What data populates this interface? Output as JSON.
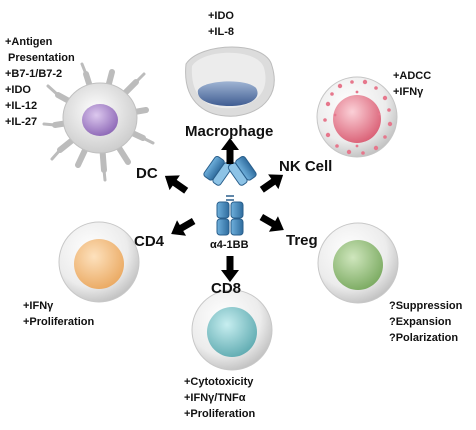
{
  "center": {
    "label": "α4-1BB"
  },
  "cells": [
    {
      "key": "dc",
      "name": "DC",
      "effects": [
        "+Antigen",
        " Presentation",
        "+B7-1/B7-2",
        "+IDO",
        "+IL-12",
        "+IL-27"
      ]
    },
    {
      "key": "macrophage",
      "name": "Macrophage",
      "effects": [
        "+IDO",
        "+IL-8"
      ]
    },
    {
      "key": "nk",
      "name": "NK Cell",
      "effects": [
        "+ADCC",
        "+IFNγ"
      ]
    },
    {
      "key": "cd4",
      "name": "CD4",
      "effects": [
        "+IFNγ",
        "+Proliferation"
      ]
    },
    {
      "key": "treg",
      "name": "Treg",
      "effects": [
        "?Suppression",
        "?Expansion",
        "?Polarization"
      ]
    },
    {
      "key": "cd8",
      "name": "CD8",
      "effects": [
        "+Cytotoxicity",
        "+IFNγ/TNFα",
        "+Proliferation"
      ]
    }
  ],
  "colors": {
    "antibody": "#4f8fbf",
    "dc_nucleus": "#a27fc6",
    "macrophage_nucleus": "#5c78a8",
    "nk_nucleus": "#e36d83",
    "cd4_nucleus": "#f0bb80",
    "treg_nucleus": "#94c17e",
    "cd8_nucleus": "#78c3c9",
    "arrow": "#000000"
  },
  "icons": [
    "antibody-icon",
    "dc-cell-icon",
    "macrophage-cell-icon",
    "nk-cell-icon",
    "cd4-cell-icon",
    "treg-cell-icon",
    "cd8-cell-icon",
    "arrow-icon"
  ]
}
